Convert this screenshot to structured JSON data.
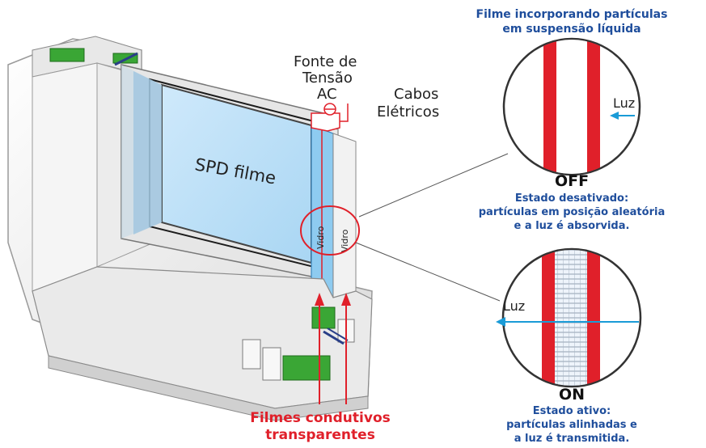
{
  "top_caption": {
    "line1": "Filme incorporando partículas",
    "line2": "em suspensão líquida"
  },
  "power": {
    "line1": "Fonte de",
    "line2": "Tensão",
    "line3": "AC"
  },
  "cables": {
    "line1": "Cabos",
    "line2": "Elétricos"
  },
  "film_label": "SPD filme",
  "glass_label": "Vidro",
  "conductive": {
    "line1": "Filmes condutivos",
    "line2": "transparentes"
  },
  "light_label": "Luz",
  "off_state": {
    "title": "OFF",
    "line1": "Estado desativado:",
    "line2": "partículas em posição aleatória",
    "line3": "e a luz é absorvida."
  },
  "on_state": {
    "title": "ON",
    "line1": "Estado ativo:",
    "line2": "partículas alinhadas e",
    "line3": "a luz é transmitida."
  },
  "colors": {
    "caption_blue": "#1f4e9c",
    "conductive_red": "#e0202a",
    "glass_blue": "#8ecbf0",
    "light_arrow": "#1a9bd7",
    "frame_white": "#f2f2f2",
    "gasket_green": "#3aa635"
  }
}
